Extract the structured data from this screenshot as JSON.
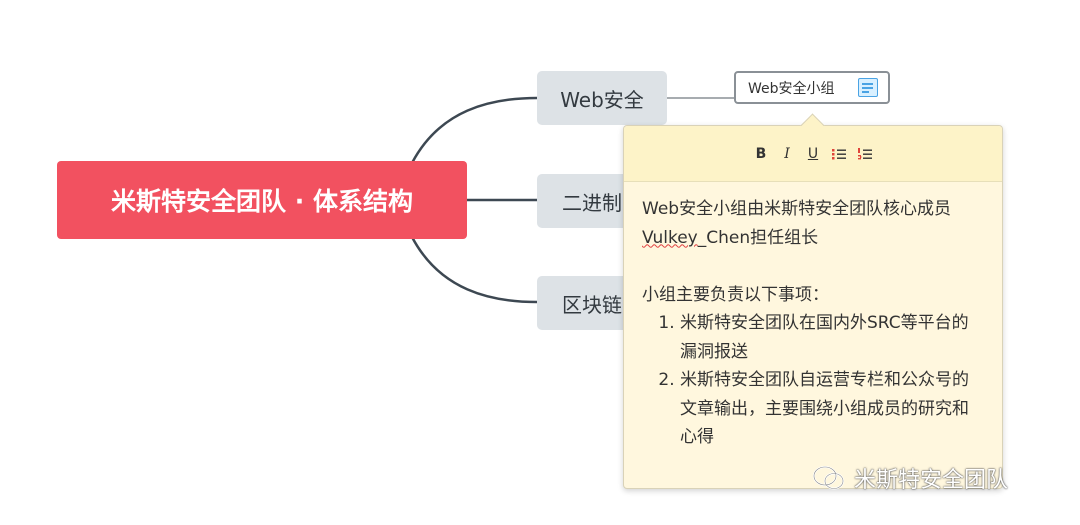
{
  "root": {
    "label": "米斯特安全团队 · 体系结构",
    "color": "#f25160"
  },
  "branches": [
    {
      "label": "Web安全"
    },
    {
      "label": "二进制"
    },
    {
      "label": "区块链"
    }
  ],
  "subnode": {
    "label": "Web安全小组",
    "icon": "note-icon"
  },
  "note": {
    "toolbar": {
      "bold": "B",
      "italic": "I",
      "underline": "U",
      "bullet_list_icon": "bullet-list-icon",
      "numbered_list_icon": "numbered-list-icon"
    },
    "para1_before": "Web安全小组由米斯特安全团队核心成员",
    "para1_misspelled": "Vulkey",
    "para1_after": "_Chen担任组长",
    "para2": "小组主要负责以下事项：",
    "items": [
      "米斯特安全团队在国内外SRC等平台的漏洞报送",
      "米斯特安全团队自运营专栏和公众号的文章输出，主要围绕小组成员的研究和心得"
    ],
    "background": "#fff7de"
  },
  "watermark": {
    "text": "米斯特安全团队",
    "icon": "wechat-icon"
  }
}
